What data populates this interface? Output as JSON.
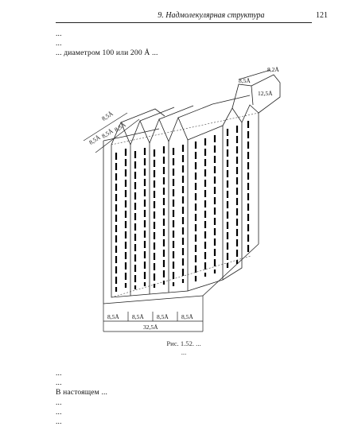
{
  "header": {
    "section_label": "9. Надмолекулярная структура",
    "page_number": "121"
  },
  "top_text": {
    "lines": [
      "...",
      "...",
      "... диаметром 100 или 200 Å ..."
    ]
  },
  "figure": {
    "labels": {
      "top_a": "8,5Å",
      "top_b": "8,2Å",
      "top_c": "12,5Å",
      "left_a": "8,5Å",
      "left_b": "8,5Å",
      "left_c": "8,5Å",
      "left_top": "8,5Å",
      "bottom_1": "8,5Å",
      "bottom_2": "8,5Å",
      "bottom_3": "8,5Å",
      "bottom_4": "8,5Å",
      "bottom_total": "32,5Å"
    }
  },
  "caption": {
    "lines": [
      "Рис. 1.52. ...",
      "..."
    ]
  },
  "bottom_text": {
    "lines": [
      "...",
      "...",
      "В настоящем ...",
      "...",
      "...",
      "..."
    ]
  }
}
